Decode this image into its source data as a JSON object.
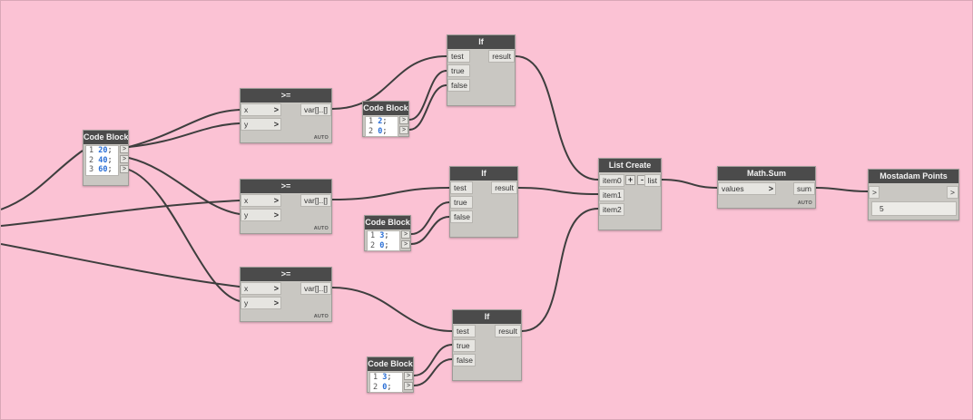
{
  "nodes": {
    "cb_main": {
      "title": "Code Block",
      "lines": [
        {
          "n": "1",
          "v": "20",
          "s": ";"
        },
        {
          "n": "2",
          "v": "40",
          "s": ";"
        },
        {
          "n": "3",
          "v": "60",
          "s": ";"
        }
      ],
      "out": ">"
    },
    "ge": {
      "title": ">=",
      "in_x": "x",
      "in_y": "y",
      "out": "var[]..[]",
      "lacing": "AUTO",
      "arrow": ">"
    },
    "if": {
      "title": "If",
      "in_test": "test",
      "in_true": "true",
      "in_false": "false",
      "out": "result"
    },
    "cb1": {
      "title": "Code Block",
      "lines": [
        {
          "n": "1",
          "v": "2",
          "s": ";"
        },
        {
          "n": "2",
          "v": "0",
          "s": ";"
        }
      ]
    },
    "cb2": {
      "title": "Code Block",
      "lines": [
        {
          "n": "1",
          "v": "3",
          "s": ";"
        },
        {
          "n": "2",
          "v": "0",
          "s": ";"
        }
      ]
    },
    "cb3": {
      "title": "Code Block",
      "lines": [
        {
          "n": "1",
          "v": "3",
          "s": ";"
        },
        {
          "n": "2",
          "v": "0",
          "s": ";"
        }
      ]
    },
    "list_create": {
      "title": "List Create",
      "inputs": [
        "item0",
        "item1",
        "item2"
      ],
      "add": "+",
      "remove": "-",
      "out": "list"
    },
    "math_sum": {
      "title": "Math.Sum",
      "in": "values",
      "out": "sum",
      "lacing": "AUTO",
      "arrow": ">"
    },
    "watch": {
      "title": "Mostadam Points",
      "in": ">",
      "out": ">",
      "value": "5"
    }
  }
}
